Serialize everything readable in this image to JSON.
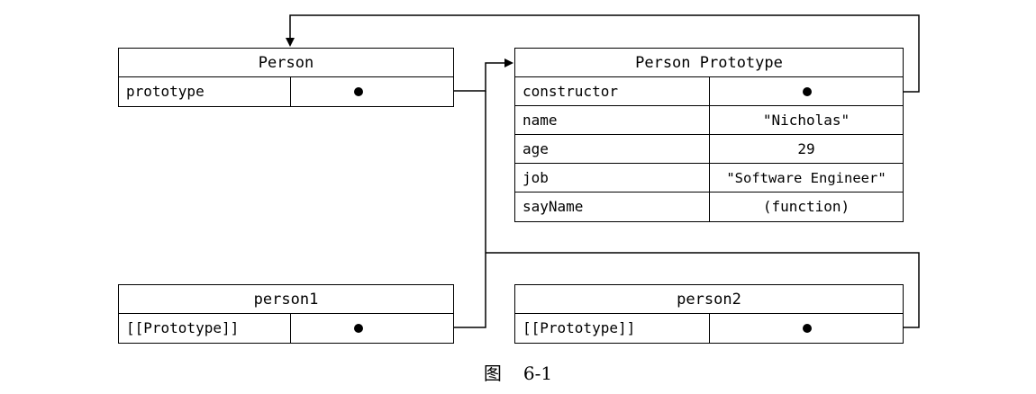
{
  "person": {
    "title": "Person",
    "rows": [
      {
        "key": "prototype",
        "value": ""
      }
    ]
  },
  "person_prototype": {
    "title": "Person Prototype",
    "rows": [
      {
        "key": "constructor",
        "value": ""
      },
      {
        "key": "name",
        "value": "\"Nicholas\""
      },
      {
        "key": "age",
        "value": "29"
      },
      {
        "key": "job",
        "value": "\"Software Engineer\""
      },
      {
        "key": "sayName",
        "value": "(function)"
      }
    ]
  },
  "person1": {
    "title": "person1",
    "rows": [
      {
        "key": "[[Prototype]]",
        "value": ""
      }
    ]
  },
  "person2": {
    "title": "person2",
    "rows": [
      {
        "key": "[[Prototype]]",
        "value": ""
      }
    ]
  },
  "caption": {
    "label": "图",
    "number": "6-1"
  }
}
